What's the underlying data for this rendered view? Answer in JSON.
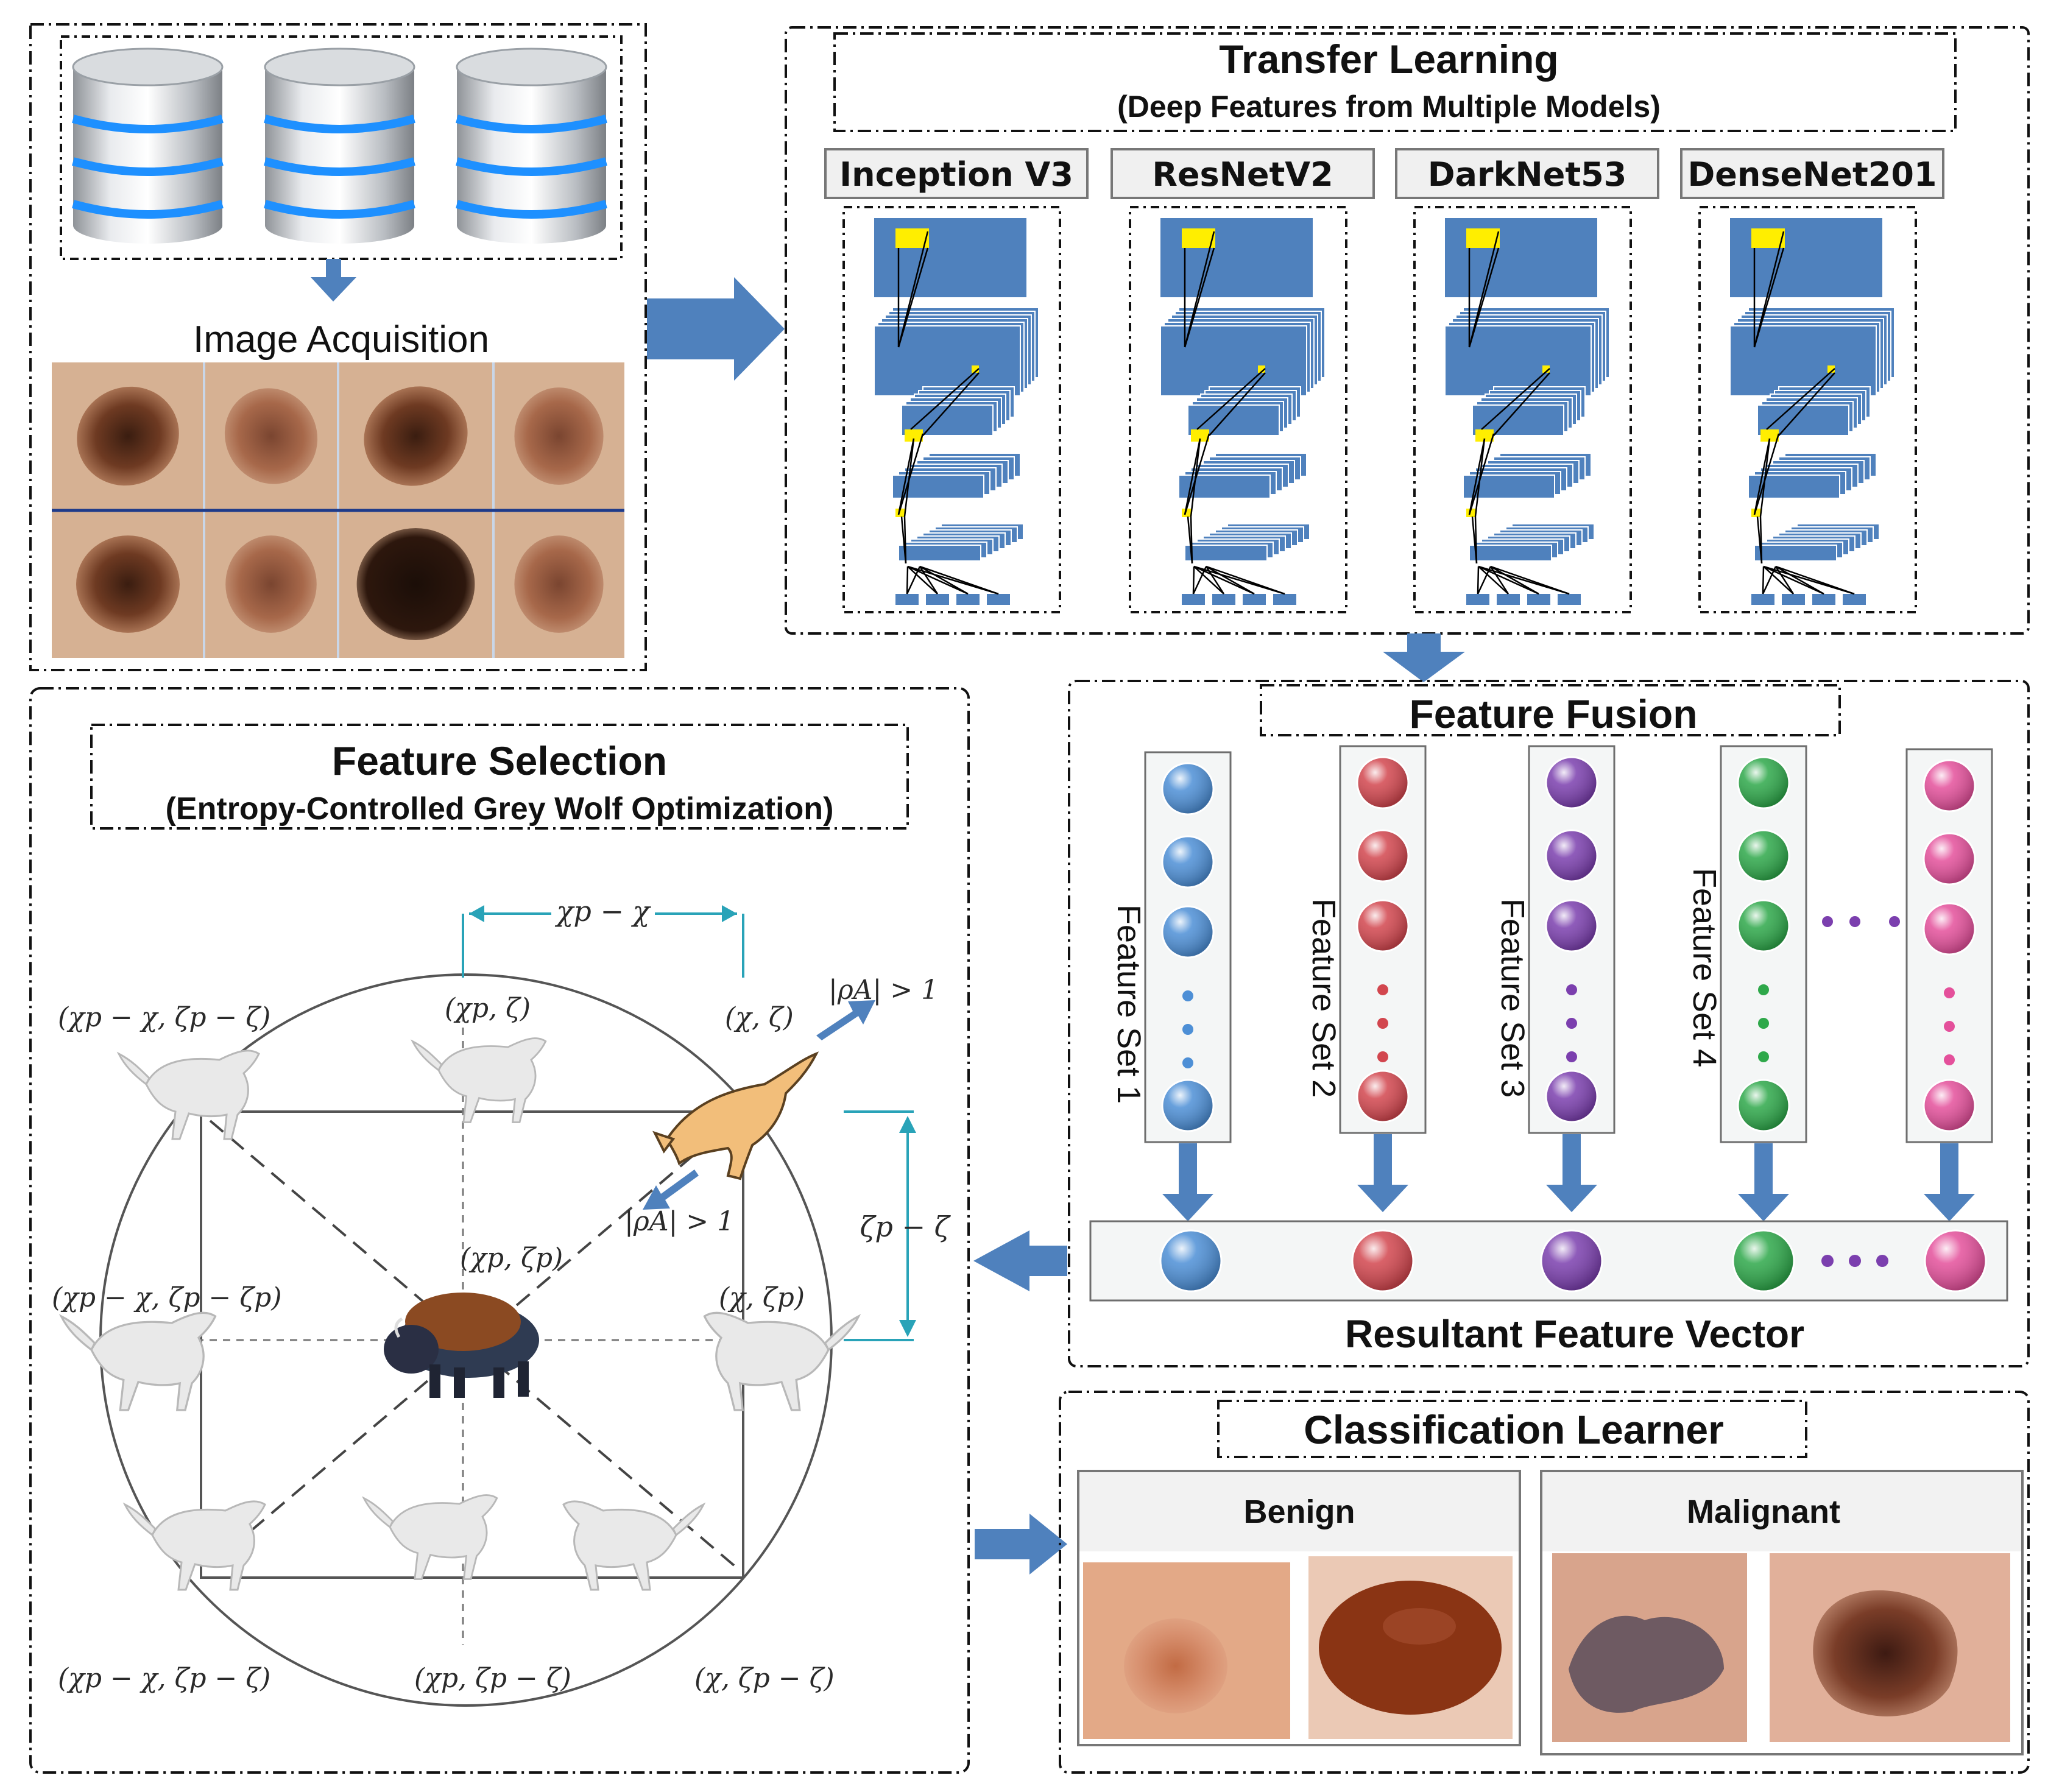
{
  "colors": {
    "arrow_blue": "#4f81bd",
    "cnn_blue": "#4f81bd",
    "cnn_yellow": "#ffee00",
    "teal": "#29a3b8",
    "ball_colors": [
      "#4d8fd6",
      "#d2464e",
      "#7b3fae",
      "#2ea84a",
      "#e4509b"
    ]
  },
  "image_acquisition": {
    "label": "Image Acquisition",
    "database_icons": [
      "database-icon",
      "database-icon",
      "database-icon"
    ]
  },
  "transfer_learning": {
    "title": "Transfer Learning",
    "subtitle": "(Deep Features from Multiple Models)",
    "models": [
      "Inception V3",
      "ResNetV2",
      "DarkNet53",
      "DenseNet201"
    ]
  },
  "feature_fusion": {
    "title": "Feature Fusion",
    "sets": [
      "Feature Set 1",
      "Feature Set 2",
      "Feature Set 3",
      "Feature Set 4"
    ],
    "result_label": "Resultant Feature Vector"
  },
  "feature_selection": {
    "title": "Feature Selection",
    "subtitle": "(Entropy-Controlled Grey Wolf Optimization)",
    "labels": {
      "top_dim": "χp − χ",
      "side_dim": "ζp − ζ",
      "rho_out": "|ρA| > 1",
      "rho_in": "|ρA| > 1",
      "tl": "(χp − χ, ζp − ζ)",
      "tc": "(χp, ζ)",
      "tr": "(χ, ζ)",
      "center": "(χp, ζp)",
      "ml": "(χp − χ, ζp − ζp)",
      "mr": "(χ, ζp)",
      "bl": "(χp − χ, ζp − ζ)",
      "bc": "(χp, ζp − ζ)",
      "br": "(χ, ζp − ζ)"
    }
  },
  "classification": {
    "title": "Classification Learner",
    "classes": [
      "Benign",
      "Malignant"
    ]
  }
}
